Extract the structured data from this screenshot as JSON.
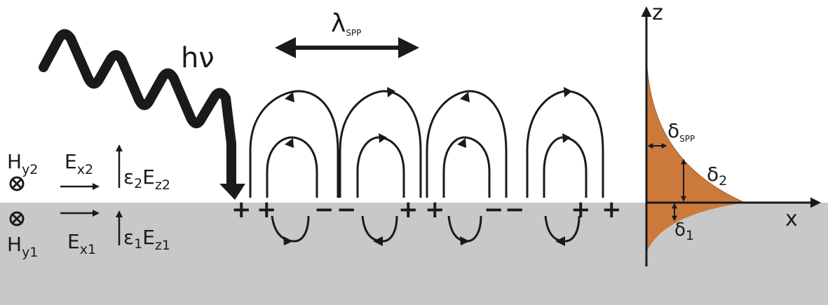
{
  "colors": {
    "metal": "#c8c8c8",
    "decay_fill": "#cc7a3c",
    "ink": "#1a1a1a"
  },
  "photon": {
    "h": "hν"
  },
  "wavelength": {
    "lambda": "λ",
    "sub": "SPP"
  },
  "fields_upper": {
    "h": "H",
    "h_sub": "y2",
    "ex": "E",
    "ex_sub": "x2",
    "eps": "ε",
    "eps_sub": "2",
    "ez": "E",
    "ez_sub": "z2"
  },
  "fields_lower": {
    "h": "H",
    "h_sub": "y1",
    "ex": "E",
    "ex_sub": "x1",
    "eps": "ε",
    "eps_sub": "1",
    "ez": "E",
    "ez_sub": "z1"
  },
  "field_icons": [
    "circled-times-icon",
    "circled-times-icon"
  ],
  "charges": [
    "+",
    "+",
    "−",
    "−",
    "+",
    "+",
    "−",
    "−",
    "+",
    "+"
  ],
  "axes": {
    "z": "z",
    "x": "x"
  },
  "decay": {
    "spp": "δ",
    "spp_sub": "SPP",
    "d2": "δ",
    "d2_sub": "2",
    "d1": "δ",
    "d1_sub": "1"
  }
}
